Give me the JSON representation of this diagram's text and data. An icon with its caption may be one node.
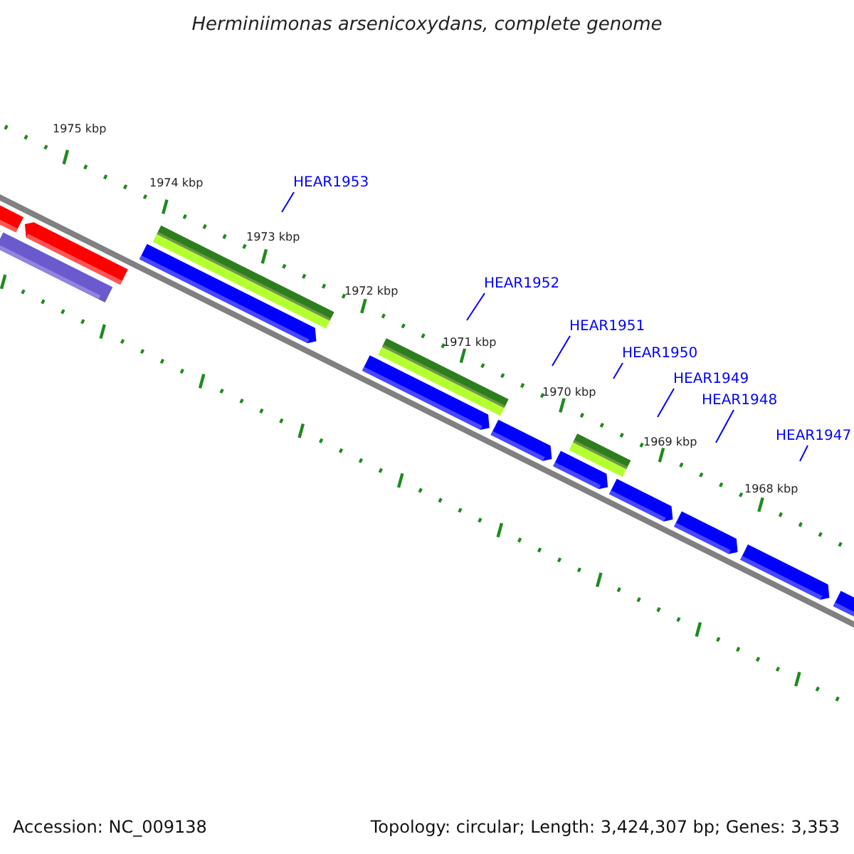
{
  "diagram": {
    "title": "Herminiimonas arsenicoxydans, complete genome",
    "nodes": [
      {
        "text": [
          "HEAR1953"
        ]
      },
      {
        "text": [
          "HEAR1952"
        ]
      },
      {
        "text": [
          "HEAR1951"
        ]
      },
      {
        "text": [
          "HEAR1950"
        ]
      },
      {
        "text": [
          "HEAR1949"
        ]
      },
      {
        "text": [
          "HEAR1948"
        ]
      },
      {
        "text": [
          "HEAR1947"
        ]
      }
    ],
    "edges": [
      {
        "from": 0,
        "to": null,
        "arrow": "none"
      },
      {
        "from": 1,
        "to": null,
        "arrow": "none"
      },
      {
        "from": 2,
        "to": null,
        "arrow": "none"
      },
      {
        "from": 3,
        "to": null,
        "arrow": "none"
      },
      {
        "from": 4,
        "to": null,
        "arrow": "none"
      },
      {
        "from": 5,
        "to": null,
        "arrow": "none"
      },
      {
        "from": 6,
        "to": null,
        "arrow": "none"
      }
    ],
    "labels": [
      "1975 kbp",
      "1974 kbp",
      "1973 kbp",
      "1972 kbp",
      "1971 kbp",
      "1970 kbp",
      "1969 kbp",
      "1968 kbp",
      "Accession: NC_009138",
      "Topology: circular; Length: 3,424,307 bp; Genes: 3,353"
    ]
  }
}
